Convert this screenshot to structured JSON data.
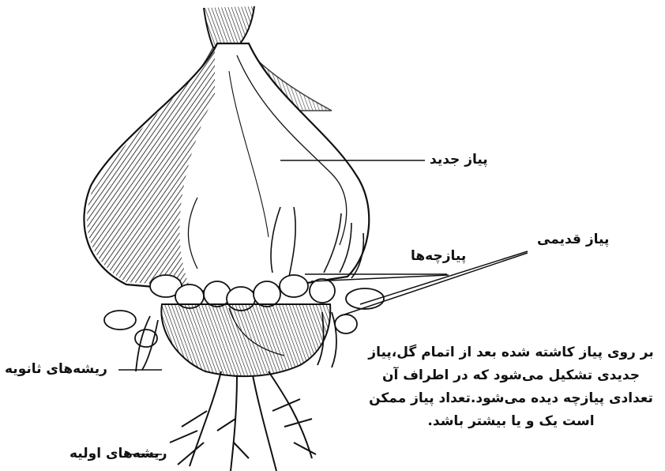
{
  "labels": {
    "new_bulb": "پیاز جدید",
    "old_bulb": "پیاز قدیمی",
    "bulblets": "پیازچه‌ها",
    "secondary_roots": "ریشه‌های ثانویه",
    "primary_roots": "ریشه‌های اولیه"
  },
  "caption": {
    "line1": "بر روی پیاز کاشته شده بعد از اتمام گل،پیاز",
    "line2": "جدیدی تشکیل می‌شود که در اطراف آن",
    "line3": "تعدادی پیازچه دیده می‌شود.تعداد پیاز ممکن",
    "line4": "است یک و یا بیشتر باشد."
  },
  "colors": {
    "ink": "#111111",
    "background": "#ffffff"
  }
}
